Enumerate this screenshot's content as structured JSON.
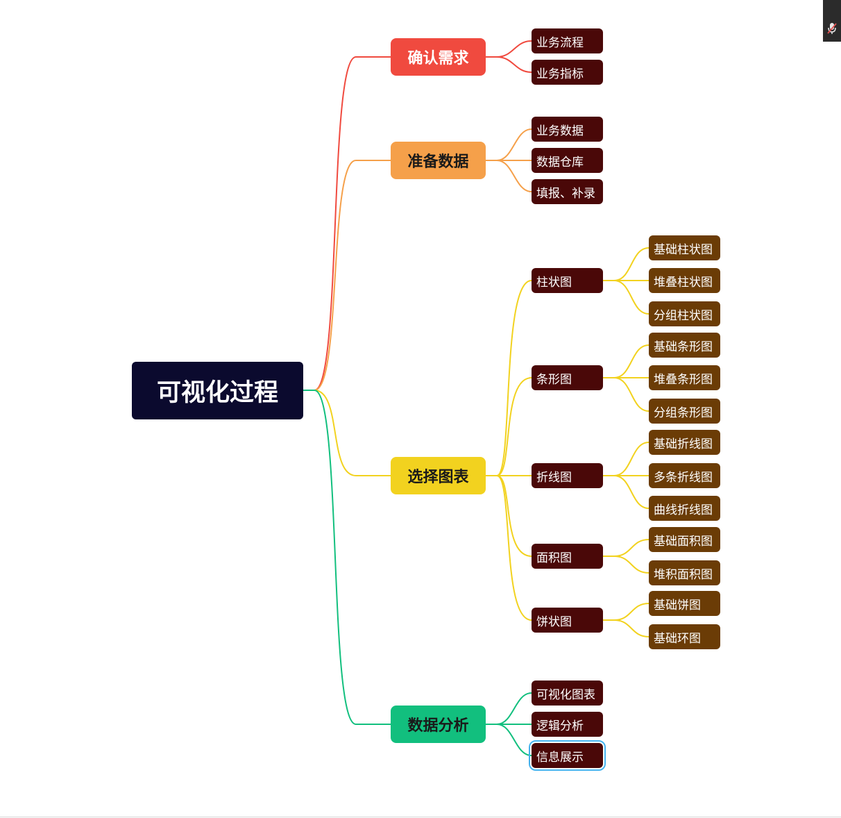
{
  "colors": {
    "root": "#0b0a2e",
    "leaf2": "#4a0808",
    "leaf3": "#6b3c06",
    "selection": "#45b4f0"
  },
  "corner_icon": "muted-microphone-icon",
  "mindmap": {
    "root": "可视化过程",
    "branches": [
      {
        "label": "确认需求",
        "color": "#f04a3f",
        "text_color": "#ffffff",
        "children": [
          {
            "label": "业务流程"
          },
          {
            "label": "业务指标"
          }
        ]
      },
      {
        "label": "准备数据",
        "color": "#f5a04a",
        "text_color": "#1a1a1a",
        "children": [
          {
            "label": "业务数据"
          },
          {
            "label": "数据仓库"
          },
          {
            "label": "填报、补录"
          }
        ]
      },
      {
        "label": "选择图表",
        "color": "#f2d21f",
        "text_color": "#1a1a1a",
        "children": [
          {
            "label": "柱状图",
            "children": [
              "基础柱状图",
              "堆叠柱状图",
              "分组柱状图"
            ]
          },
          {
            "label": "条形图",
            "children": [
              "基础条形图",
              "堆叠条形图",
              "分组条形图"
            ]
          },
          {
            "label": "折线图",
            "children": [
              "基础折线图",
              "多条折线图",
              "曲线折线图"
            ]
          },
          {
            "label": "面积图",
            "children": [
              "基础面积图",
              "堆积面积图"
            ]
          },
          {
            "label": "饼状图",
            "children": [
              "基础饼图",
              "基础环图"
            ]
          }
        ]
      },
      {
        "label": "数据分析",
        "color": "#12bf7e",
        "text_color": "#1a1a1a",
        "children": [
          {
            "label": "可视化图表"
          },
          {
            "label": "逻辑分析"
          },
          {
            "label": "信息展示",
            "selected": true
          }
        ]
      }
    ]
  }
}
